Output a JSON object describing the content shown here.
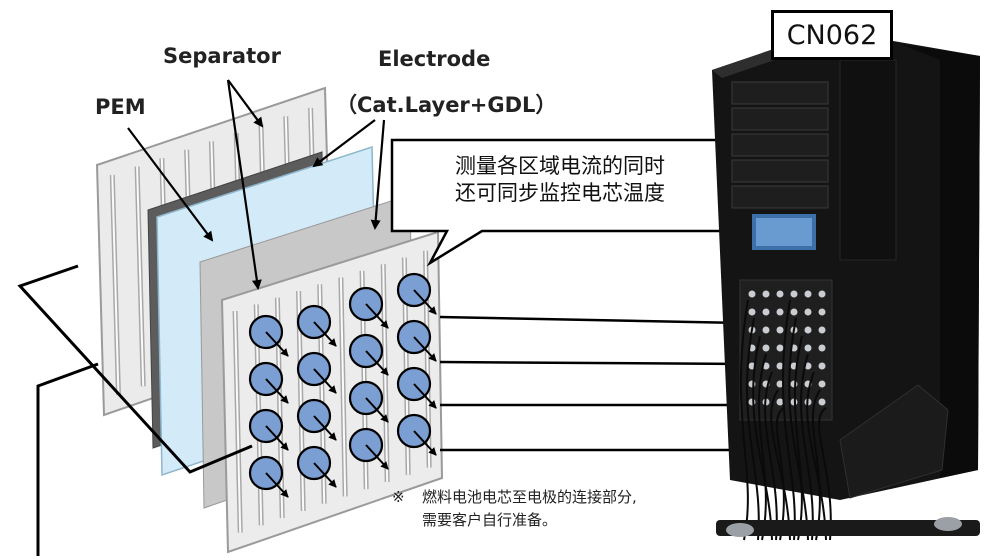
{
  "labels": {
    "separator": "Separator",
    "electrode": "Electrode",
    "electrode_sub": "（Cat.Layer+GDL）",
    "pem": "PEM"
  },
  "callout": {
    "line1": "测量各区域电流的同时",
    "line2": "还可同步监控电芯温度"
  },
  "model_tag": "CN062",
  "note": {
    "mark": "※",
    "line1": "燃料电池电芯至电极的连接部分,",
    "line2": "需要客户自行准备。"
  },
  "colors": {
    "separator_fill": "#ebebeb",
    "separator_stroke": "#9a9a9a",
    "pem_fill": "#d3ebf8",
    "electrode_fill": "#5c5c5c",
    "gdl_fill": "#c8c8c8",
    "sensor_fill": "#7b9fd3",
    "cabinet": "#141414"
  },
  "diagram": {
    "sensor_grid": {
      "columns": 4,
      "rows": 4
    }
  }
}
